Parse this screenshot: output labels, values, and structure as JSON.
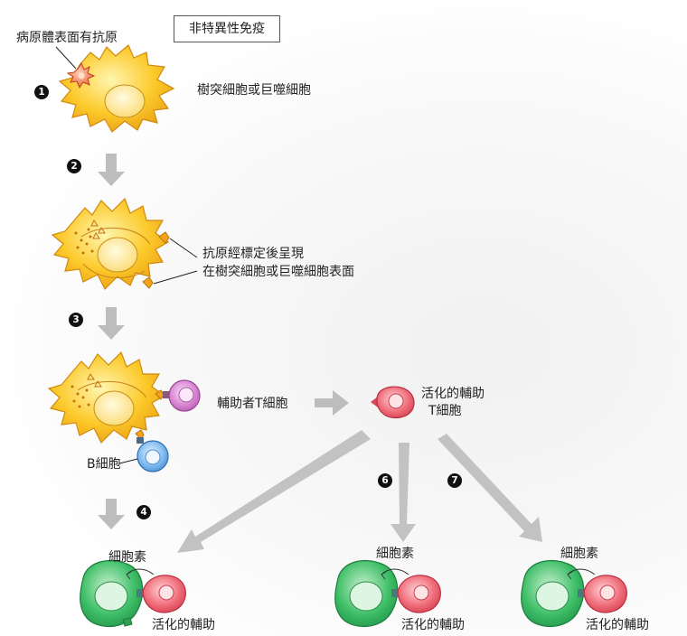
{
  "labels": {
    "innate": "非特異性免疫",
    "antigen": "病原體表面有抗原",
    "dendritic": "樹突細胞或巨噬細胞",
    "presentation_line1": "抗原經標定後呈現",
    "presentation_line2": "在樹突細胞或巨噬細胞表面",
    "helper_t": "輔助者T細胞",
    "b_cell": "B細胞",
    "activated_line1": "活化的輔助",
    "activated_line2": "T細胞",
    "cytokine": "細胞素",
    "activated_helper": "活化的輔助"
  },
  "steps": {
    "s1": "1",
    "s2": "2",
    "s3": "3",
    "s4": "4",
    "s6": "6",
    "s7": "7"
  }
}
